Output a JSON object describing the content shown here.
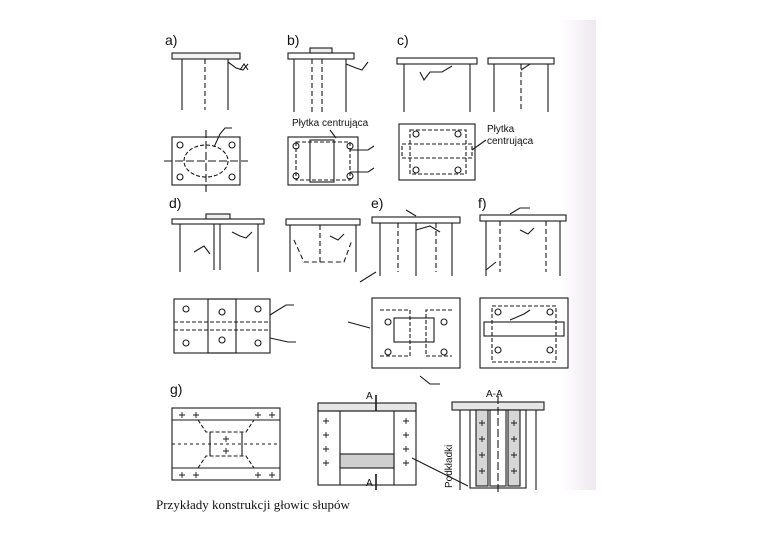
{
  "figure": {
    "caption": "Przykłady konstrukcji głowic słupów",
    "panels": [
      {
        "id": "a",
        "label": "a)"
      },
      {
        "id": "b",
        "label": "b)"
      },
      {
        "id": "c",
        "label": "c)"
      },
      {
        "id": "d",
        "label": "d)"
      },
      {
        "id": "e",
        "label": "e)"
      },
      {
        "id": "f",
        "label": "f)"
      },
      {
        "id": "g",
        "label": "g)"
      }
    ],
    "annotations": {
      "centering_plate_b": "Płytka centrująca",
      "centering_plate_c_line1": "Płytka",
      "centering_plate_c_line2": "centrująca",
      "section_mark_top": "A",
      "section_mark_bottom": "A",
      "section_title": "A-A",
      "shims": "Podkładki"
    }
  }
}
